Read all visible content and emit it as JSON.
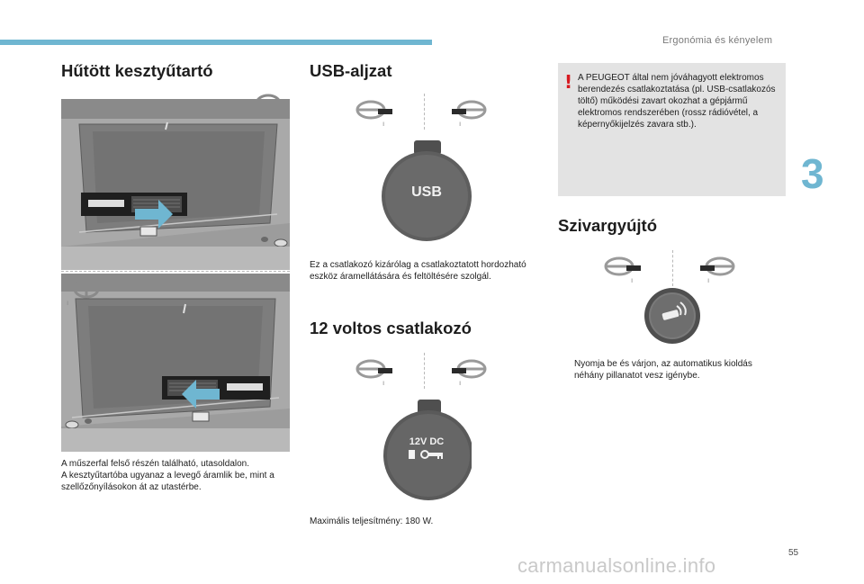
{
  "header": {
    "section_title": "Ergonómia és kényelem",
    "chapter_number": "3",
    "page_number": "55"
  },
  "cooled_glovebox": {
    "title": "Hűtött kesztyűtartó",
    "text": "A műszerfal felső részén található, utasoldalon.\nA kesztyűtartóba ugyanaz a levegő áramlik be, mint a szellőzőnyílásokon át az utastérbe."
  },
  "usb": {
    "title": "USB-aljzat",
    "socket_label": "USB",
    "text": "Ez a csatlakozó kizárólag a csatlakoztatott hordozható eszköz áramellátására és feltöltésére szolgál."
  },
  "socket_12v": {
    "title": "12 voltos csatlakozó",
    "socket_label": "12V DC",
    "text": "Maximális teljesítmény: 180 W."
  },
  "warning": {
    "icon": "!",
    "text": "A PEUGEOT által nem jóváhagyott elektromos berendezés csatlakoztatása (pl. USB-csatlakozós töltő) működési zavart okozhat a gépjármű elektromos rendszerében (rossz rádióvétel, a képernyőkijelzés zavara stb.)."
  },
  "lighter": {
    "title": "Szivargyújtó",
    "bullet": "",
    "text": "Nyomja be és várjon, az automatikus kioldás néhány pillanatot vesz igénybe."
  },
  "watermark": "carmanualsonline.info",
  "colors": {
    "accent": "#6fb6d1",
    "warning_red": "#d71920",
    "warning_bg": "#e3e3e3",
    "illustration_grey": "#9a9a9a",
    "socket_dark": "#5a5a5a"
  }
}
